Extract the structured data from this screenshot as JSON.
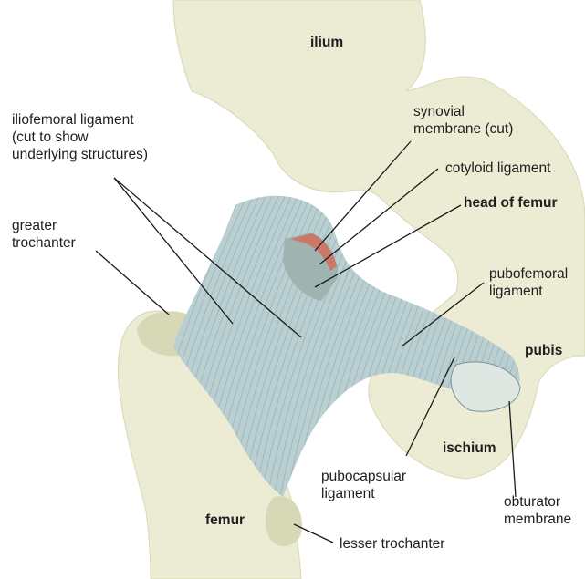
{
  "labels": {
    "ilium": "ilium",
    "iliofemoral": "iliofemoral ligament\n(cut to show\nunderlying structures)",
    "synovial": "synovial\nmembrane (cut)",
    "cotyloid": "cotyloid ligament",
    "head_of_femur": "head of femur",
    "greater_trochanter": "greater\ntrochanter",
    "pubofemoral": "pubofemoral\nligament",
    "pubis": "pubis",
    "ischium": "ischium",
    "pubocapsular": "pubocapsular\nligament",
    "obturator": "obturator\nmembrane",
    "femur": "femur",
    "lesser_trochanter": "lesser trochanter"
  },
  "colors": {
    "bone": "#ecebd3",
    "bone_shadow": "#d6d8b6",
    "ligament": "#b9cfd1",
    "ligament_light": "#dfe7e3",
    "ligament_stripe": "#7d9296",
    "cartilage": "#9fb3b1",
    "synovial": "#c9786a",
    "watermark": "#3d8a5a",
    "leader": "#1a1a1a"
  }
}
